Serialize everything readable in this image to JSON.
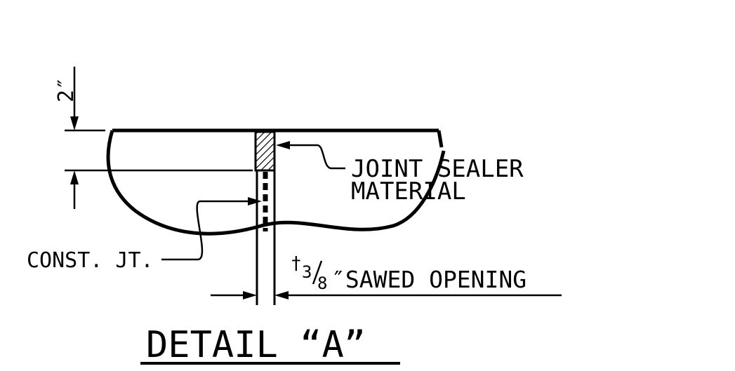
{
  "detail": {
    "title": "DETAIL “A”",
    "dimension_depth": "2″",
    "labels": {
      "joint_sealer_line1": "JOINT SEALER",
      "joint_sealer_line2": "MATERIAL",
      "construction_joint": "CONST. JT.",
      "dagger": "†",
      "fraction_numerator": "3",
      "fraction_denominator": "8",
      "sawed_opening": "″SAWED OPENING"
    }
  },
  "colors": {
    "ink": "#000000",
    "background": "#ffffff"
  }
}
